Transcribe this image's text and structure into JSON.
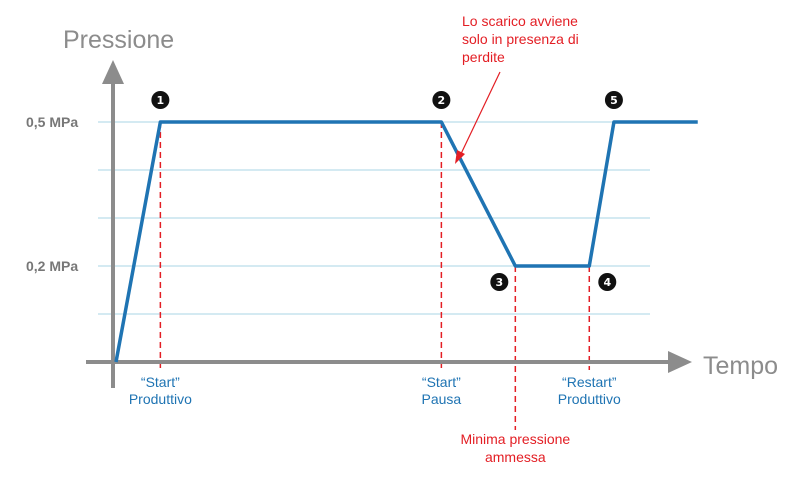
{
  "chart_data": {
    "type": "line",
    "ylabel": "Pressione",
    "xlabel": "Tempo",
    "y_ticks": [
      {
        "value": 0.5,
        "label": "0,5 MPa"
      },
      {
        "value": 0.2,
        "label": "0,2 MPa"
      }
    ],
    "ylim": [
      0,
      0.6
    ],
    "xlim": [
      0,
      12
    ],
    "grid": true,
    "series": [
      {
        "points": [
          {
            "x": 0,
            "y": 0
          },
          {
            "x": 0.9,
            "y": 0.5
          },
          {
            "x": 6.6,
            "y": 0.5
          },
          {
            "x": 8.1,
            "y": 0.2
          },
          {
            "x": 9.6,
            "y": 0.2
          },
          {
            "x": 10.1,
            "y": 0.5
          },
          {
            "x": 11.8,
            "y": 0.5
          }
        ]
      }
    ],
    "markers": [
      {
        "num": "1",
        "x": 0.9,
        "y": 0.5
      },
      {
        "num": "2",
        "x": 6.6,
        "y": 0.5
      },
      {
        "num": "3",
        "x": 8.1,
        "y": 0.2
      },
      {
        "num": "4",
        "x": 9.6,
        "y": 0.2
      },
      {
        "num": "5",
        "x": 10.1,
        "y": 0.5
      }
    ],
    "events": [
      {
        "x": 0.9,
        "lines": [
          "“Start”",
          "Produttivo"
        ]
      },
      {
        "x": 6.6,
        "lines": [
          "“Start”",
          "Pausa"
        ]
      },
      {
        "x": 9.6,
        "lines": [
          "“Restart”",
          "Produttivo"
        ]
      }
    ],
    "annotations": [
      {
        "lines": [
          "Lo scarico avviene",
          "solo in presenza di",
          "perdite"
        ]
      },
      {
        "lines": [
          "Minima pressione",
          "ammessa"
        ]
      }
    ],
    "colors": {
      "line": "#1f74b3",
      "axis": "#8c8c8c",
      "grid": "#a8d4e6",
      "dashed": "#e31e24",
      "annotation": "#e31e24",
      "marker": "#111111"
    }
  }
}
